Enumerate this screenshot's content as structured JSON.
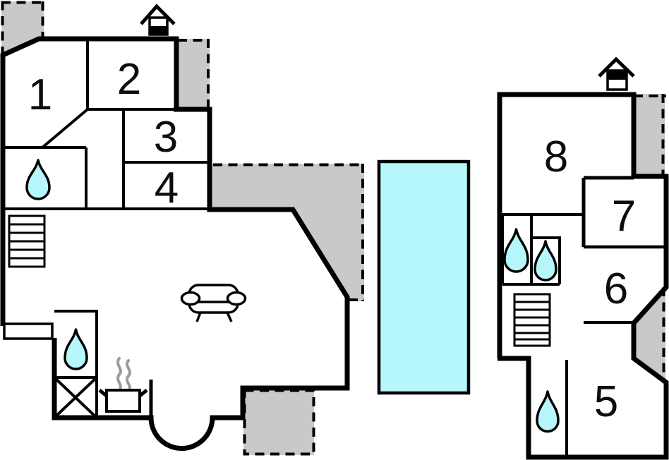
{
  "plan": {
    "type": "floor-plan",
    "buildings": [
      {
        "name": "left-building",
        "rooms_visible": [
          "1",
          "2",
          "3",
          "4"
        ],
        "features": [
          "chimney",
          "bathroom-water-drop",
          "stairs",
          "sofa",
          "kitchen-water-drop",
          "shower-cross-box",
          "stove-pot",
          "heat-waves",
          "curved-entrance",
          "terraces"
        ]
      },
      {
        "name": "right-building",
        "rooms_visible": [
          "5",
          "6",
          "7",
          "8"
        ],
        "features": [
          "chimney",
          "two-bathroom-water-drops",
          "stairs",
          "lower-bathroom-water-drop",
          "terraces"
        ]
      }
    ],
    "pool": {
      "present": true,
      "shape": "rectangle"
    }
  },
  "rooms": {
    "room1": "1",
    "room2": "2",
    "room3": "3",
    "room4": "4",
    "room5": "5",
    "room6": "6",
    "room7": "7",
    "room8": "8"
  },
  "icons": {
    "chimney": "chimney-icon",
    "water_drop": "water-drop-icon",
    "stairs": "stairs-icon",
    "sofa": "sofa-icon",
    "stove_pot": "stove-pot-icon",
    "heat_waves": "heat-waves-icon",
    "shower_box": "shower-cross-icon",
    "pool": "swimming-pool"
  },
  "colors": {
    "wall": "#000000",
    "terrace": "#c9c9c9",
    "water": "#b6f7fb",
    "heat": "#9b9b9b",
    "label": "#0d0d0d",
    "background": "#ffffff"
  }
}
